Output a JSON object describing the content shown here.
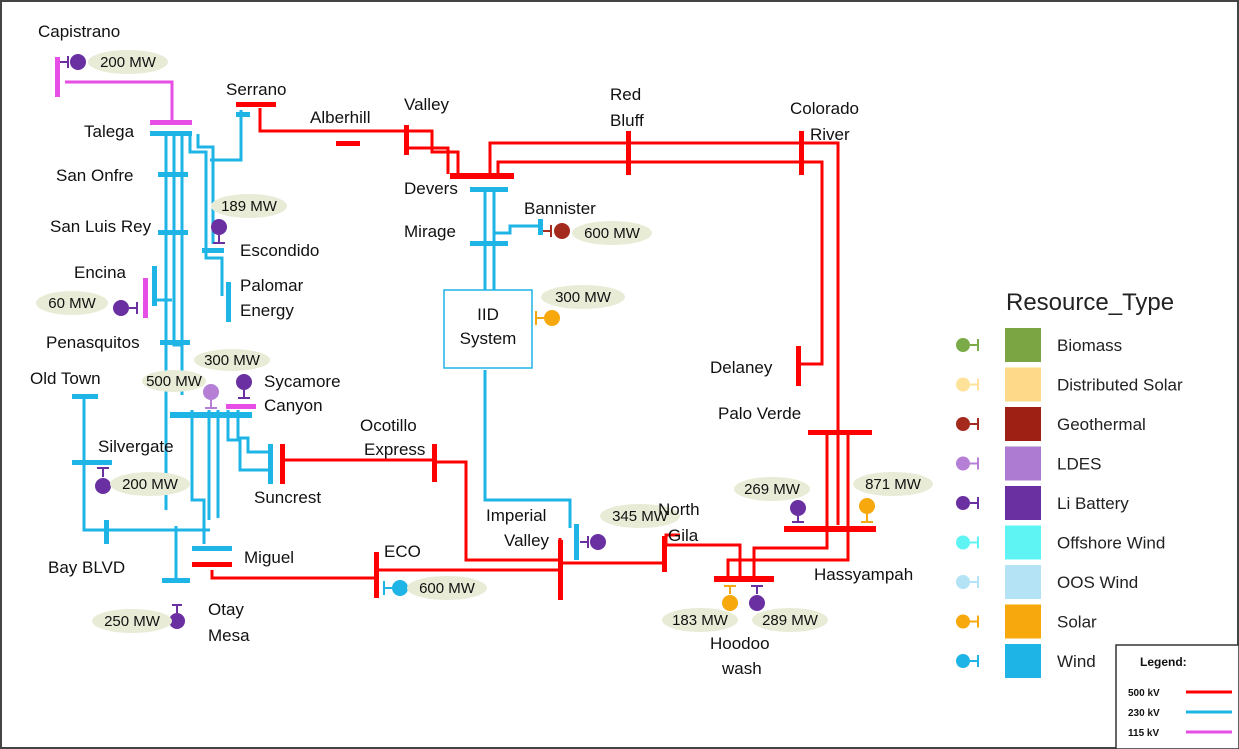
{
  "colors": {
    "kv500": "#ff0000",
    "kv230": "#1eb4e6",
    "kv115": "#e64ee6",
    "mw_bg": "#e8ecd6",
    "iid_border": "#1eb4e6"
  },
  "buses": {
    "capistrano": "Capistrano",
    "serrano": "Serrano",
    "alberhill": "Alberhill",
    "valley": "Valley",
    "red_bluff_1": "Red",
    "red_bluff_2": "Bluff",
    "colorado_1": "Colorado",
    "colorado_2": "River",
    "talega": "Talega",
    "san_onfre": "San Onfre",
    "devers": "Devers",
    "bannister": "Bannister",
    "mirage": "Mirage",
    "san_luis_rey": "San Luis Rey",
    "escondido": "Escondido",
    "encina": "Encina",
    "palomar_1": "Palomar",
    "palomar_2": "Energy",
    "iid_1": "IID",
    "iid_2": "System",
    "penasquitos": "Penasquitos",
    "old_town": "Old Town",
    "sycamore_1": "Sycamore",
    "sycamore_2": "Canyon",
    "delaney": "Delaney",
    "palo_verde": "Palo Verde",
    "ocotillo_1": "Ocotillo",
    "ocotillo_2": "Express",
    "silvergate": "Silvergate",
    "suncrest": "Suncrest",
    "imperial_1": "Imperial",
    "imperial_2": "Valley",
    "north_gila_1": "North",
    "north_gila_2": "Gila",
    "eco": "ECO",
    "miguel": "Miguel",
    "bay_blvd": "Bay BLVD",
    "hassyampah": "Hassyampah",
    "otay_1": "Otay",
    "otay_2": "Mesa",
    "hoodoo_1": "Hoodoo",
    "hoodoo_2": "wash"
  },
  "resources": {
    "capistrano": "200 MW",
    "escondido": "189 MW",
    "bannister": "600 MW",
    "iid_solar": "300 MW",
    "encina": "60 MW",
    "sycamore": "300 MW",
    "sycamore_ldes": "500 MW",
    "silvergate": "200 MW",
    "delaney_batt": "269 MW",
    "palo_verde_solar": "871 MW",
    "imperial": "345 MW",
    "eco": "600 MW",
    "otay": "250 MW",
    "hoodoo_solar": "183 MW",
    "hoodoo_batt": "289 MW"
  },
  "legend": {
    "title": "Resource_Type",
    "items": [
      {
        "label": "Biomass",
        "icon": "#7aab48",
        "swatch": "#7aa542"
      },
      {
        "label": "Distributed Solar",
        "icon": "#ffe29a",
        "swatch": "#ffd98a"
      },
      {
        "label": "Geothermal",
        "icon": "#a52a1e",
        "swatch": "#9e1f14"
      },
      {
        "label": "LDES",
        "icon": "#b57fd6",
        "swatch": "#ae7bd2"
      },
      {
        "label": "Li Battery",
        "icon": "#6a2fa0",
        "swatch": "#6a2fa0"
      },
      {
        "label": "Offshore Wind",
        "icon": "#5ff4f4",
        "swatch": "#5ff4f4"
      },
      {
        "label": "OOS Wind",
        "icon": "#b3e3f4",
        "swatch": "#b3e3f4"
      },
      {
        "label": "Solar",
        "icon": "#f6a80c",
        "swatch": "#f6a80c"
      },
      {
        "label": "Wind",
        "icon": "#1eb4e6",
        "swatch": "#1eb4e6"
      }
    ]
  },
  "voltage_legend": {
    "title": "Legend:",
    "items": [
      {
        "label": "500 kV",
        "color": "#ff0000"
      },
      {
        "label": "230 kV",
        "color": "#1eb4e6"
      },
      {
        "label": "115 kV",
        "color": "#e64ee6"
      }
    ]
  }
}
